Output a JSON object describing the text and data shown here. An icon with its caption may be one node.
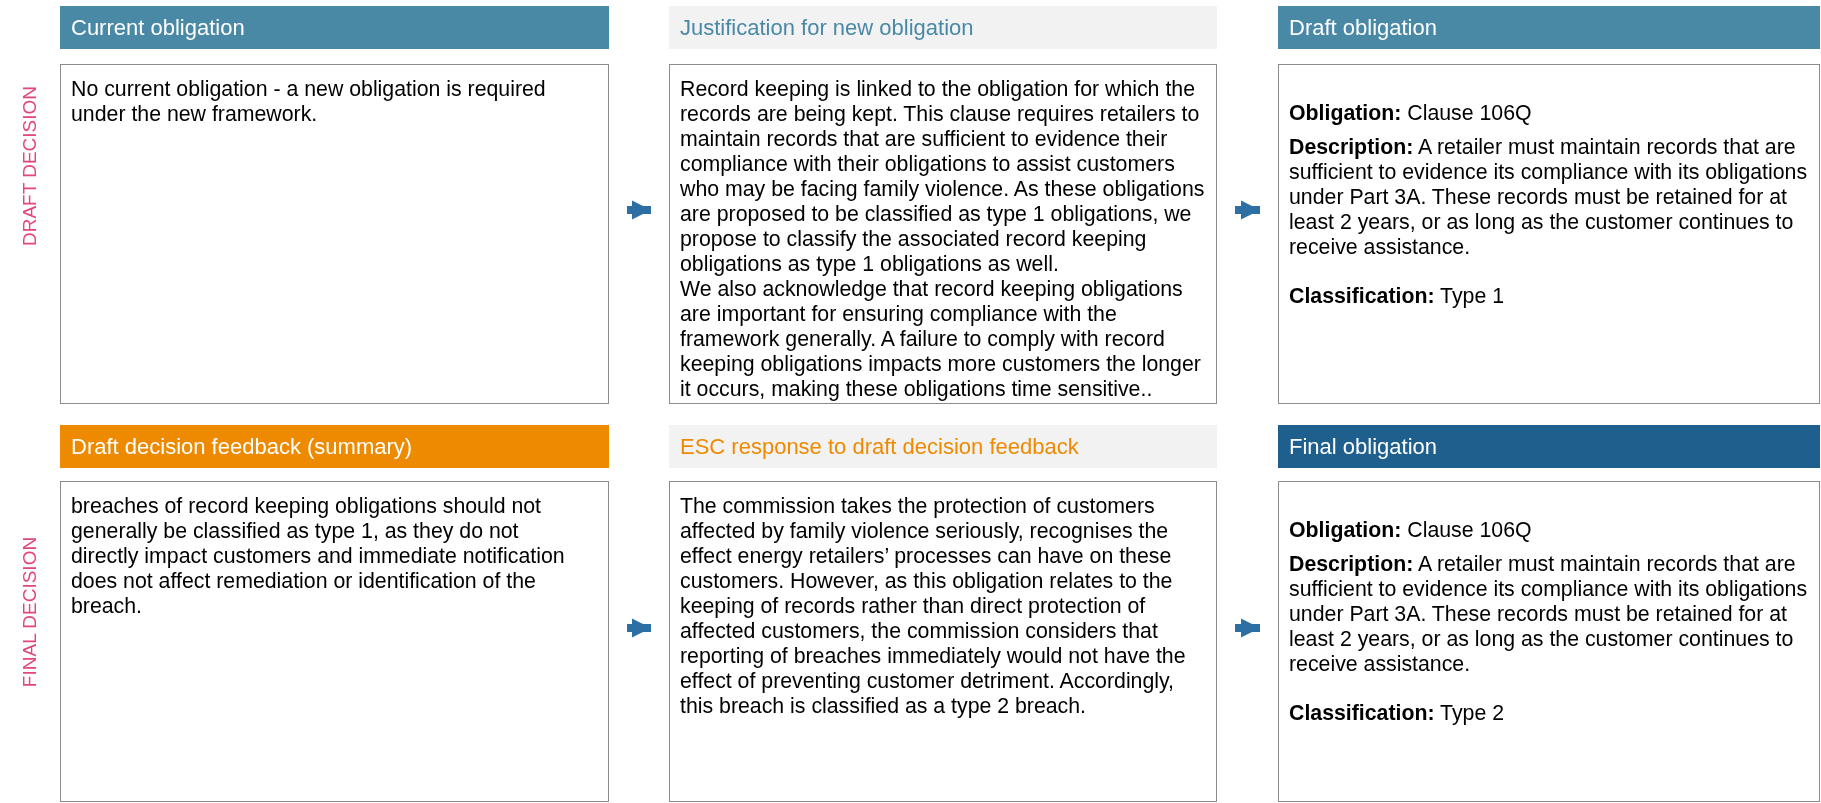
{
  "diagram": {
    "nodes": [
      {
        "text": [
          "Current obligation",
          "No current obligation - a new obligation is required under the new framework."
        ]
      },
      {
        "text": [
          "Justification for new obligation",
          "Record keeping is linked to the obligation for which the records are being kept. This clause requires retailers to maintain records that are sufficient to evidence their compliance with their obligations to assist customers who may be facing family violence. As these obligations are proposed to be classified as type 1 obligations, we propose to classify the associated record keeping obligations as type 1 obligations as well.",
          "We also acknowledge that record keeping obligations are important for ensuring compliance with the framework generally. A failure to comply with record keeping obligations impacts more customers the longer it occurs, making these obligations time sensitive.."
        ]
      },
      {
        "text": [
          "Draft obligation",
          "**Obligation:** Clause 106Q",
          "**Description:** A retailer must maintain records that are sufficient to evidence its compliance with its obligations under Part 3A. These records must be retained for at least 2 years, or as long as the customer continues to receive assistance.",
          "**Classification:** Type 1"
        ]
      },
      {
        "text": [
          "Draft decision feedback (summary)",
          "breaches of record keeping obligations should not generally be classified as type 1, as they do not directly impact customers and immediate notification does not affect remediation or identification of the breach."
        ]
      },
      {
        "text": [
          "ESC response to draft decision feedback",
          "The commission takes the protection of customers affected by family violence seriously, recognises the effect energy retailers’ processes can have on these customers. However, as this obligation relates to the keeping of records rather than direct protection of affected customers, the commission considers that reporting of breaches immediately would not have the effect of preventing customer detriment. Accordingly, this breach is classified as a type 2 breach."
        ]
      },
      {
        "text": [
          "Final obligation",
          "**Obligation:** Clause 106Q",
          "**Description:** A retailer must maintain records that are sufficient to evidence its compliance with its obligations under Part 3A. These records must be retained for at least 2 years, or as long as the customer continues to receive assistance.",
          "**Classification:** Type 2"
        ]
      }
    ],
    "edges": [
      {
        "from": 0,
        "to": 1,
        "arrow": "to"
      },
      {
        "from": 1,
        "to": 2,
        "arrow": "to"
      },
      {
        "from": 3,
        "to": 4,
        "arrow": "to"
      },
      {
        "from": 4,
        "to": 5,
        "arrow": "to"
      }
    ],
    "labels": [
      "DRAFT DECISION",
      "FINAL DECISION"
    ]
  }
}
